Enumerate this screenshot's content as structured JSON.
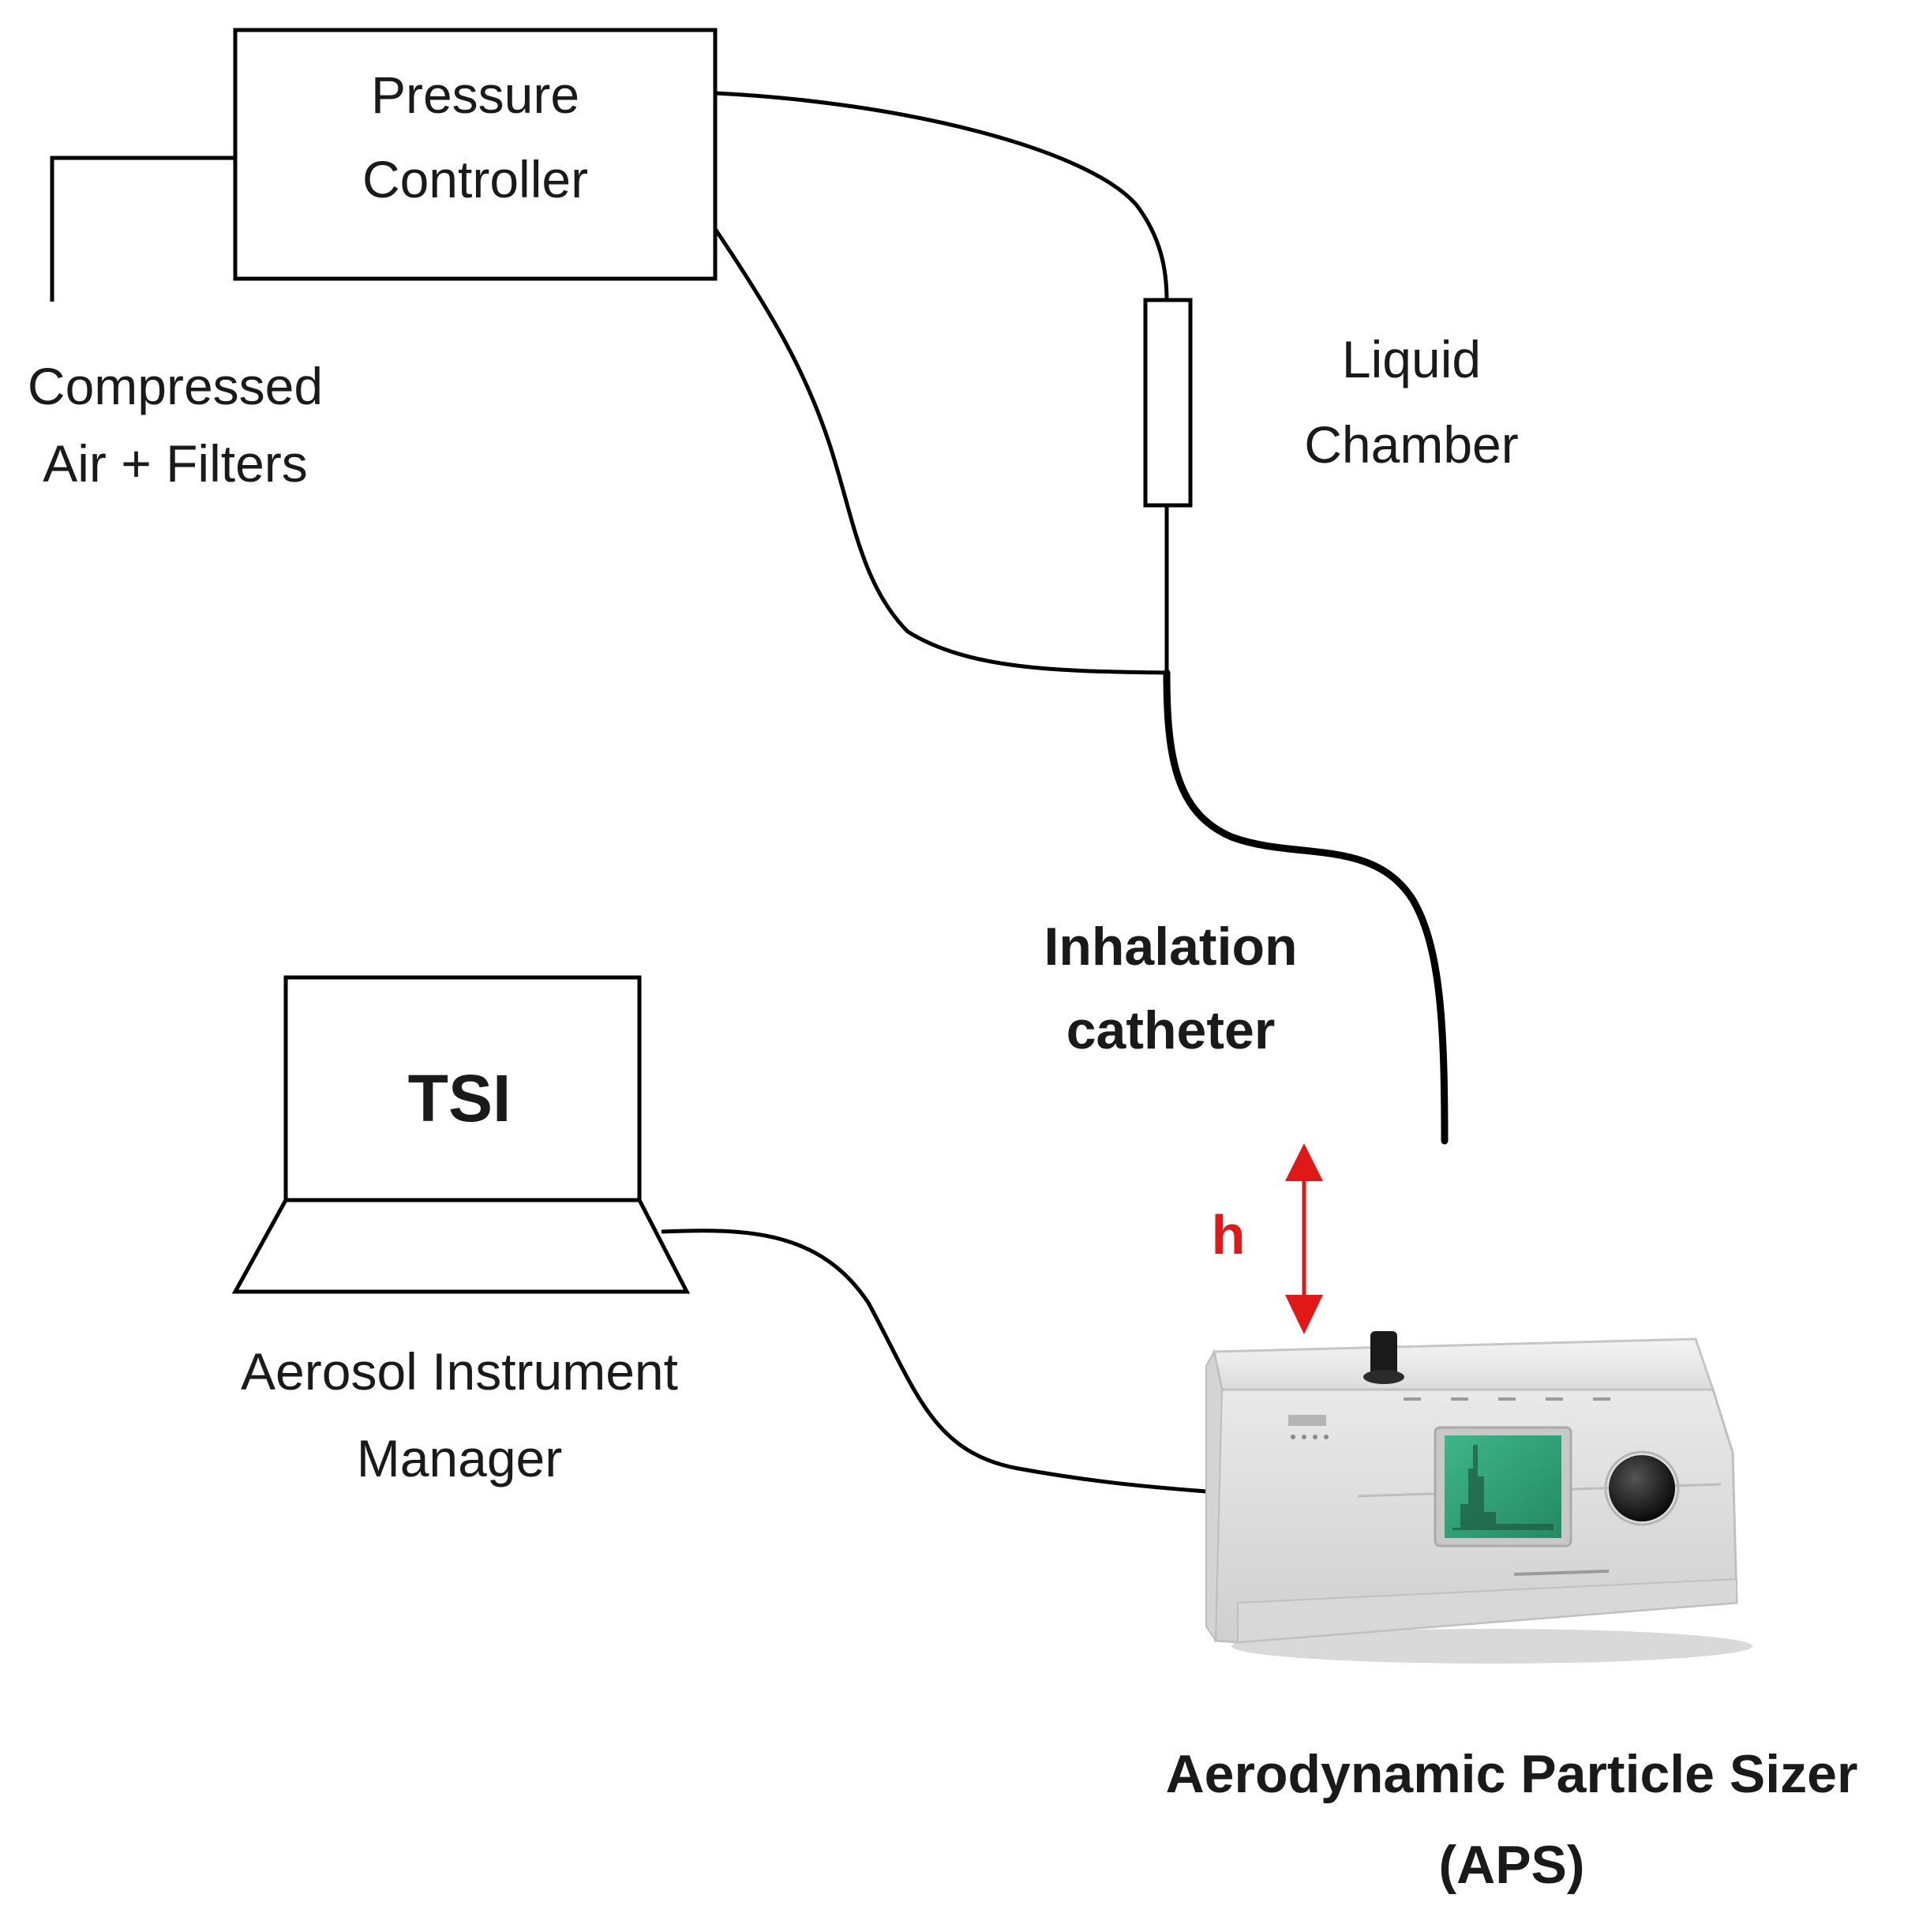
{
  "labels": {
    "pressure_controller": [
      "Pressure",
      "Controller"
    ],
    "compressed_air": [
      "Compressed",
      "Air + Filters"
    ],
    "liquid_chamber": [
      "Liquid",
      "Chamber"
    ],
    "inhalation_catheter": [
      "Inhalation",
      "catheter"
    ],
    "tsi": "TSI",
    "aim": [
      "Aerosol Instrument",
      "Manager"
    ],
    "height": "h",
    "aps": [
      "Aerodynamic Particle Sizer",
      "(APS)"
    ]
  },
  "colors": {
    "height_arrow": "#e01818",
    "screen": "#2fa77d",
    "device_body": "#ececec"
  },
  "icons": {
    "laptop": "laptop-outline",
    "device": "aerodynamic-particle-sizer-instrument"
  }
}
